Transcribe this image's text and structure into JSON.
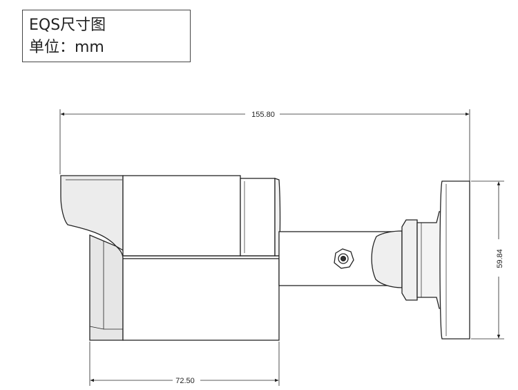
{
  "title": {
    "line1": "EQS尺寸图",
    "line2": "单位：mm"
  },
  "dimensions": {
    "overall_length": "155.80",
    "body_length": "72.50",
    "mount_height": "59.84"
  },
  "colors": {
    "line": "#222222",
    "shade": "#e9e9e9"
  }
}
